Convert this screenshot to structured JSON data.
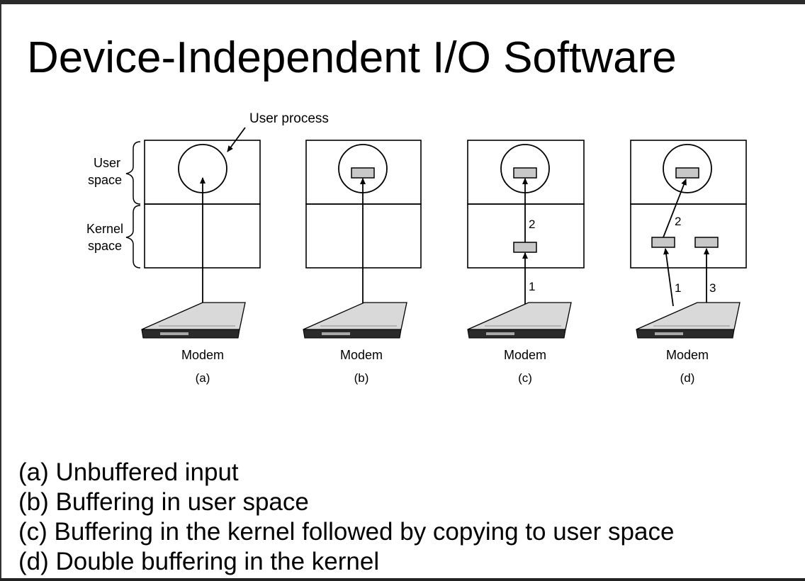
{
  "slide": {
    "title": "Device-Independent I/O Software"
  },
  "diagram": {
    "user_process_label": "User process",
    "user_space_label": [
      "User",
      "space"
    ],
    "kernel_space_label": [
      "Kernel",
      "space"
    ],
    "device_label": "Modem",
    "panels": [
      {
        "id": "a",
        "caption": "(a)",
        "steps": []
      },
      {
        "id": "b",
        "caption": "(b)",
        "steps": []
      },
      {
        "id": "c",
        "caption": "(c)",
        "steps": [
          "1",
          "2"
        ]
      },
      {
        "id": "d",
        "caption": "(d)",
        "steps": [
          "1",
          "2",
          "3"
        ]
      }
    ]
  },
  "captions": [
    "(a) Unbuffered input",
    "(b) Buffering in user space",
    "(c) Buffering in the kernel followed by copying to user space",
    "(d) Double buffering in the kernel"
  ],
  "colors": {
    "buffer_fill": "#c8c8c8",
    "modem_body": "#d9d9d9",
    "modem_front": "#2a2a2a"
  }
}
